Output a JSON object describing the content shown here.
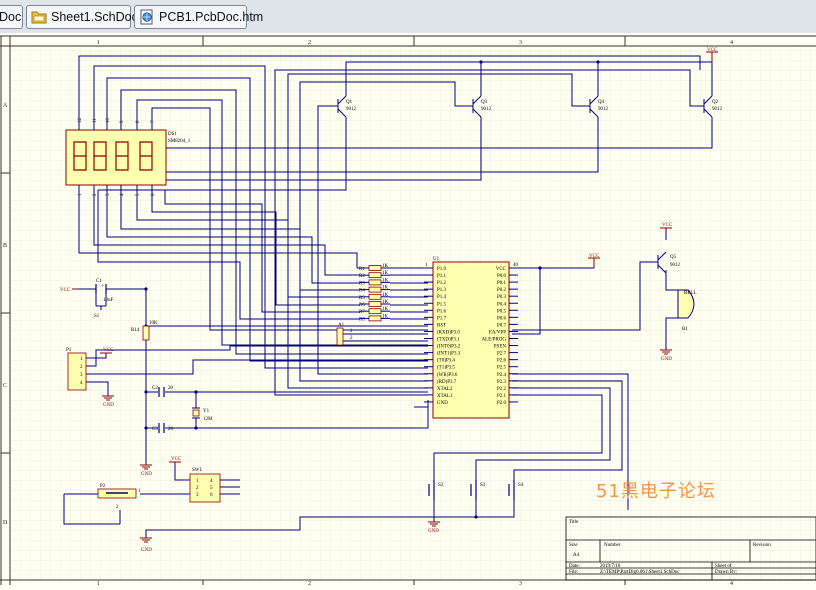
{
  "tabs": [
    {
      "label": "Doc",
      "icon": "schematic-doc-icon"
    },
    {
      "label": "Sheet1.SchDoc",
      "icon": "folder-doc-icon"
    },
    {
      "label": "PCB1.PcbDoc.htm",
      "icon": "web-page-icon"
    }
  ],
  "colors": {
    "sheet_bg": "#fffff2",
    "grid": "#e4e4d8",
    "wire": "#000080",
    "power": "#8b0000",
    "component_body": "#ffffb0",
    "component_outline": "#8b0000",
    "watermark": "#f29447"
  },
  "border": {
    "columns": [
      "1",
      "2",
      "3",
      "4"
    ],
    "rows": [
      "A",
      "B",
      "C",
      "D"
    ]
  },
  "components": {
    "q1": {
      "ref": "Q1",
      "value": "9012"
    },
    "q2": {
      "ref": "Q2",
      "value": "9012"
    },
    "q3": {
      "ref": "Q3",
      "value": "9012"
    },
    "q4": {
      "ref": "Q4",
      "value": "9012"
    },
    "q5": {
      "ref": "Q5",
      "value": "9012"
    },
    "ds1": {
      "ref": "DS1",
      "value": "SM8204_1",
      "top_pins": [
        "12",
        "11",
        "10",
        "9",
        "8",
        "7"
      ],
      "bottom_pins": [
        "1",
        "2",
        "3",
        "4",
        "5",
        "6"
      ]
    },
    "u1": {
      "ref": "U1",
      "pin1": "1",
      "pin40": "40",
      "left_pins": [
        "P1.0",
        "P1.1",
        "P1.2",
        "P1.3",
        "P1.4",
        "P1.5",
        "P1.6",
        "P1.7",
        "RST",
        "(RXD)P3.0",
        "(TXD)P3.1",
        "(INT0)P3.2",
        "(INT1)P3.3",
        "(T0)P3.4",
        "(T1)P3.5",
        "(WR)P3.6",
        "(RD)P3.7",
        "XTAL2",
        "XTAL1",
        "GND"
      ],
      "right_pins": [
        "VCC",
        "P0.0",
        "P0.1",
        "P0.2",
        "P0.3",
        "P0.4",
        "P0.5",
        "P0.6",
        "P0.7",
        "EA/VPP",
        "ALE/PROG",
        "PSEN",
        "P2.7",
        "P2.6",
        "P2.5",
        "P2.4",
        "P2.3",
        "P2.2",
        "P2.1",
        "P2.0"
      ]
    },
    "resistors": [
      "R1",
      "R2",
      "R3",
      "R4",
      "R5",
      "R6",
      "R7",
      "R8"
    ],
    "resistor_value": "1K",
    "c1": {
      "ref": "C1",
      "value": "10uF",
      "plus": "+"
    },
    "c2": {
      "ref": "C2",
      "value": "20"
    },
    "c3": {
      "ref": "C3",
      "value": "20"
    },
    "r14": {
      "ref": "R14",
      "value": "10K"
    },
    "y1": {
      "ref": "Y1",
      "value": "12M"
    },
    "a1": {
      "ref": "A1",
      "pins": [
        "1",
        "2"
      ]
    },
    "p1": {
      "ref": "P1",
      "pins": [
        "1",
        "2",
        "3",
        "4"
      ]
    },
    "p2": {
      "ref": "P2",
      "pins": [
        "1",
        "2",
        "3"
      ]
    },
    "sw1": {
      "ref": "SW1",
      "pins": [
        "1",
        "2",
        "3",
        "4",
        "5",
        "6"
      ]
    },
    "s1": "S1",
    "s2": "S2",
    "s3": "S3",
    "s4": "S4",
    "b1": {
      "ref": "B1",
      "label": "BELL"
    }
  },
  "power_labels": {
    "vcc": "VCC",
    "gnd": "GND"
  },
  "title_block": {
    "title": "Title",
    "size": "Size",
    "size_value": "A4",
    "number": "Number",
    "revision": "Revision",
    "date": "Date:",
    "date_value": "2019/7/16",
    "file": "File:",
    "file_value": "Z:\\TEMP\\PartDlg0.061\\Sheet1.SchDoc",
    "sheet": "Sheet    of",
    "drawn": "Drawn By:"
  },
  "watermark": "51黑电子论坛"
}
